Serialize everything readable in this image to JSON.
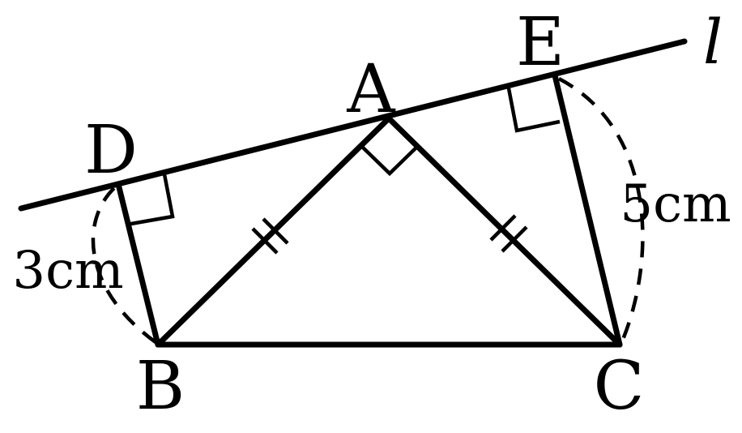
{
  "labels": {
    "A": "A",
    "B": "B",
    "C": "C",
    "D": "D",
    "E": "E",
    "line": "l"
  },
  "measures": {
    "BD": "3cm",
    "CE": "5cm"
  }
}
